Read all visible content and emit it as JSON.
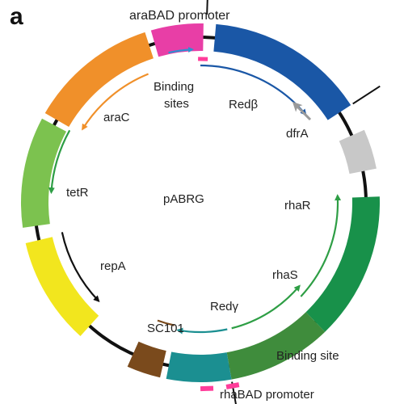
{
  "panel_letter": "a",
  "plasmid_name": "pABRG",
  "colors": {
    "backbone": "#111111",
    "araBAD_promoter": "#e83ea6",
    "redbeta": "#1a57a6",
    "dfrA": "#c8c8c8",
    "rhaR": "#18914a",
    "rhaS": "#3f8c3c",
    "rhaBAD_promoter": "#1b8f91",
    "sc101": "#7a4a1c",
    "repA": "#f2e61e",
    "tetR": "#7cc24f",
    "araC": "#f0902a",
    "binding_site_mark": "#ff3d9a",
    "binding_arrow": "#2f8fd0",
    "arrow_redbeta": "#1a57a6",
    "arrow_dfra": "#9a9a9a",
    "arrow_green": "#2e9e45",
    "arrow_repa": "#111111",
    "arrow_arac": "#f0902a",
    "arrow_redgamma": "#1b8f91",
    "arrow_sc101": "#7a4a1c"
  },
  "labels": {
    "araBAD_promoter": "araBAD promoter",
    "binding_sites_line1": "Binding",
    "binding_sites_line2": "sites",
    "redbeta": "Redβ",
    "dfrA": "dfrA",
    "araC": "araC",
    "tetR": "tetR",
    "rhaR": "rhaR",
    "rhaS": "rhaS",
    "repA": "repA",
    "redgamma": "Redγ",
    "sc101": "SC101",
    "binding_site": "Binding site",
    "rhaBAD_promoter": "rhaBAD promoter"
  }
}
